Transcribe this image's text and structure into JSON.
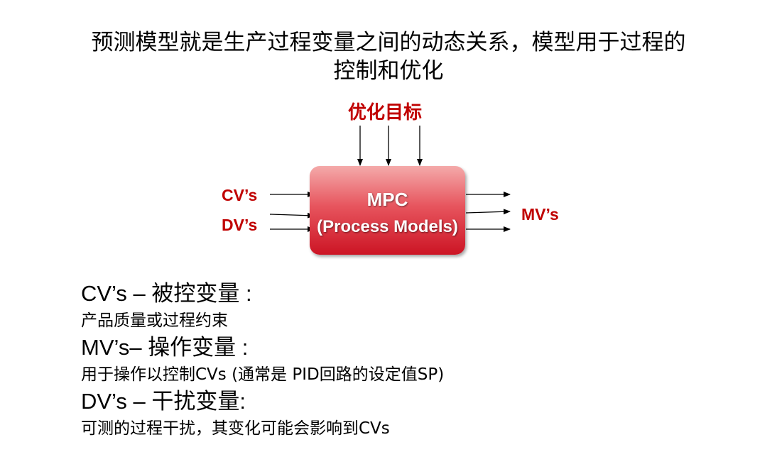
{
  "title": {
    "line1": "预测模型就是生产过程变量之间的动态关系，模型用于过程的",
    "line2": "控制和优化"
  },
  "diagram": {
    "target_label": "优化目标",
    "mpc_line1": "MPC",
    "mpc_line2": "(Process Models)",
    "input_cv": "CV’s",
    "input_dv": "DV’s",
    "output_mv": "MV’s",
    "box_color_top": "#f4aaaa",
    "box_color_bottom": "#cc1424",
    "label_color": "#c00000"
  },
  "definitions": [
    {
      "term_prefix": "CV’s – ",
      "term_cn": "被控变量",
      "term_suffix": " :",
      "desc": "产品质量或过程约束"
    },
    {
      "term_prefix": "MV’s– ",
      "term_cn": "操作变量",
      "term_suffix": " :",
      "desc": "用于操作以控制CVs (通常是 PID回路的设定值SP)"
    },
    {
      "term_prefix": "DV’s – ",
      "term_cn": "干扰变量",
      "term_suffix": ":",
      "desc": "可测的过程干扰，其变化可能会影响到CVs"
    }
  ]
}
